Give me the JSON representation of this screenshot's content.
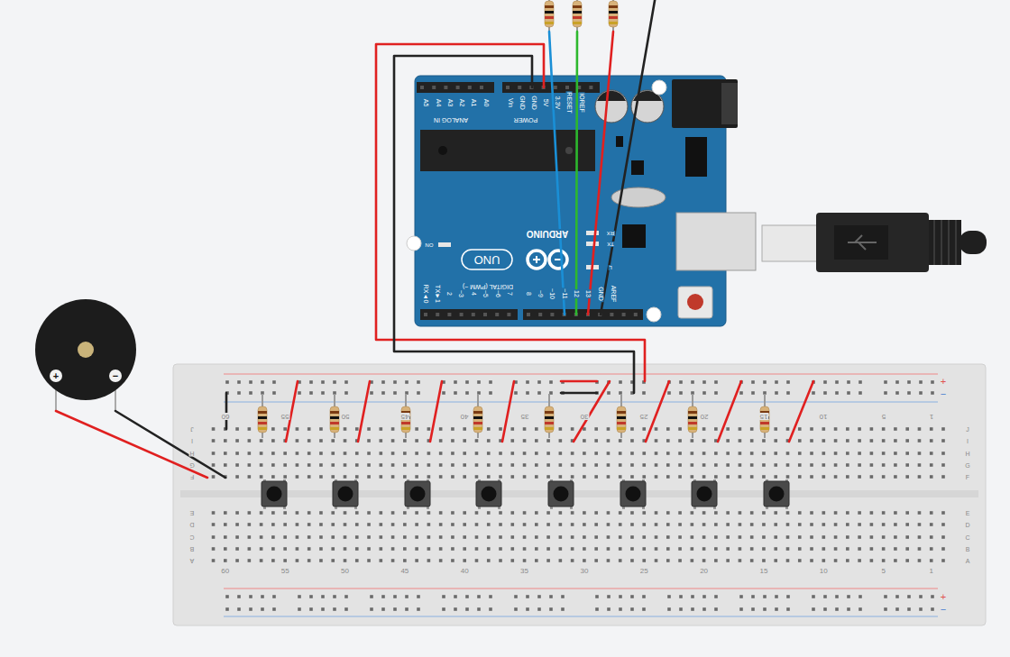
{
  "diagram": {
    "labels": [
      "A5",
      "A4",
      "A3",
      "A2",
      "A1",
      "A0",
      "ANALOG IN",
      "Vin",
      "GND",
      "GND",
      "5V",
      "3.3V",
      "RESET",
      "IOREF",
      "POWER",
      "UNO",
      "ARDUINO",
      "DIGITAL (PWM ~)",
      "RX◄0",
      "TX►1",
      "2",
      "~3",
      "4",
      "~5",
      "~6",
      "7",
      "8",
      "~9",
      "~10",
      "~11",
      "12",
      "13",
      "GND",
      "AREF",
      "ON",
      "RX",
      "TX",
      "L",
      "60",
      "55",
      "50",
      "45",
      "40",
      "35",
      "30",
      "25",
      "20",
      "15",
      "10",
      "5",
      "1",
      "60",
      "55",
      "50",
      "45",
      "40",
      "35",
      "30",
      "25",
      "20",
      "15",
      "10",
      "5",
      "1",
      "J",
      "I",
      "H",
      "G",
      "F",
      "E",
      "D",
      "C",
      "B",
      "A",
      "J",
      "I",
      "H",
      "G",
      "F",
      "E",
      "D",
      "C",
      "B",
      "A",
      "+",
      "−",
      "+",
      "−",
      "+",
      "−"
    ]
  }
}
